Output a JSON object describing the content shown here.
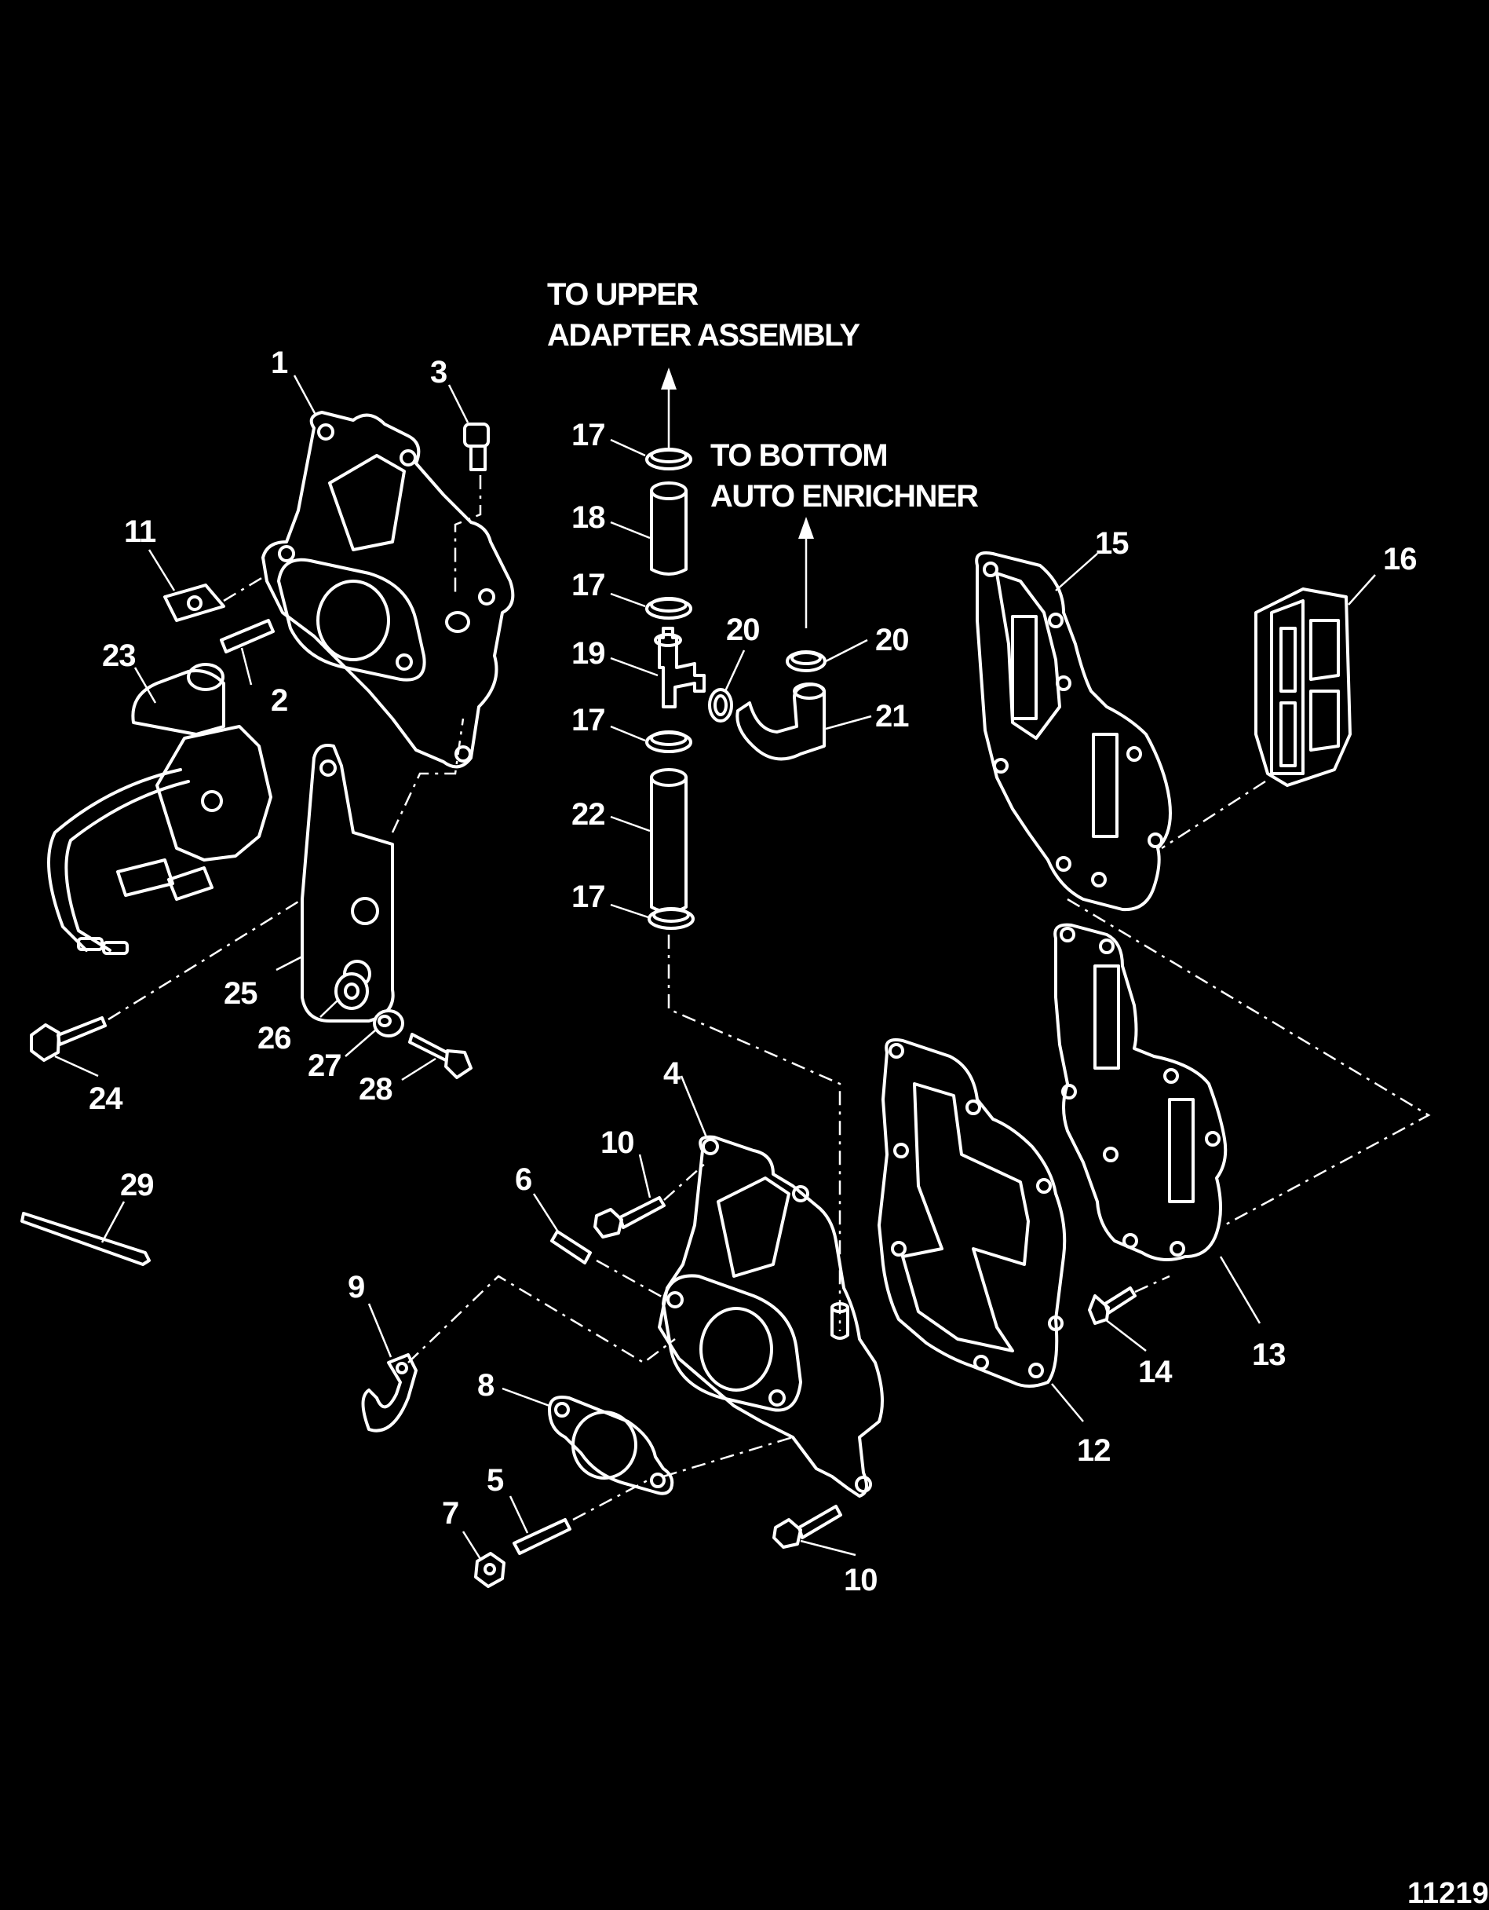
{
  "notes": {
    "upper_line1": "TO UPPER",
    "upper_line2": "ADAPTER ASSEMBLY",
    "bottom_line1": "TO BOTTOM",
    "bottom_line2": "AUTO ENRICHNER"
  },
  "figure_number": "11219",
  "callouts": {
    "c1": "1",
    "c2": "2",
    "c3": "3",
    "c4": "4",
    "c5": "5",
    "c6": "6",
    "c7": "7",
    "c8": "8",
    "c9": "9",
    "c10a": "10",
    "c10b": "10",
    "c11": "11",
    "c12": "12",
    "c13": "13",
    "c14": "14",
    "c15": "15",
    "c16": "16",
    "c17a": "17",
    "c17b": "17",
    "c17c": "17",
    "c17d": "17",
    "c18": "18",
    "c19": "19",
    "c20a": "20",
    "c20b": "20",
    "c21": "21",
    "c22": "22",
    "c23": "23",
    "c24": "24",
    "c25": "25",
    "c26": "26",
    "c27": "27",
    "c28": "28",
    "c29": "29"
  }
}
